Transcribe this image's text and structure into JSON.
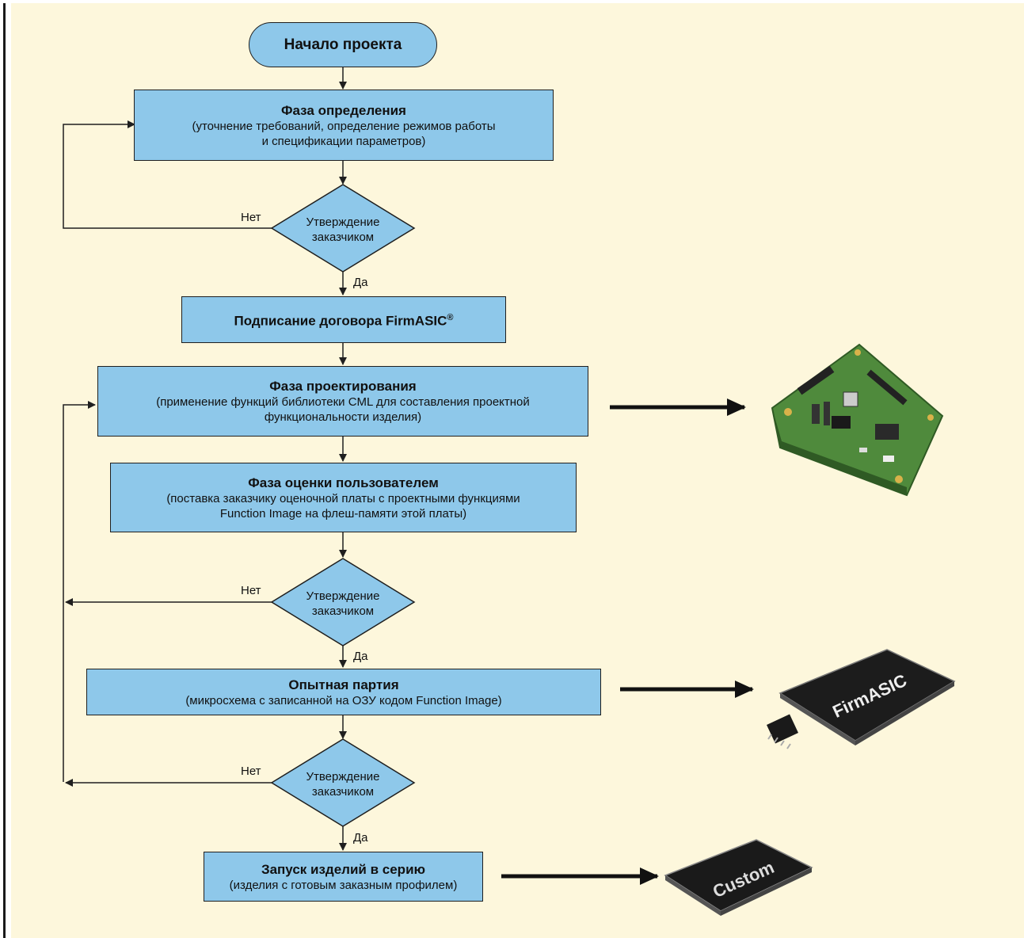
{
  "start": "Начало проекта",
  "definition": {
    "title": "Фаза определения",
    "subtitle_line1": "(уточнение требований, определение режимов работы",
    "subtitle_line2": "и спецификации параметров)"
  },
  "approval_1": {
    "line1": "Утверждение",
    "line2": "заказчиком",
    "no": "Нет",
    "yes": "Да"
  },
  "contract": {
    "title": "Подписание договора FirmASIC",
    "mark": "®"
  },
  "design": {
    "title": "Фаза проектирования",
    "subtitle_line1": "(применение функций библиотеки CML для составления проектной",
    "subtitle_line2": "функциональности изделия)"
  },
  "evaluation": {
    "title": "Фаза оценки пользователем",
    "subtitle_line1": "(поставка заказчику оценочной платы с проектными функциями",
    "subtitle_line2": "Function Image на флеш-памяти этой платы)"
  },
  "approval_2": {
    "line1": "Утверждение",
    "line2": "заказчиком",
    "no": "Нет",
    "yes": "Да"
  },
  "pilot": {
    "title": "Опытная партия",
    "subtitle_line1": "(микросхема с записанной на ОЗУ кодом Function Image)"
  },
  "approval_3": {
    "line1": "Утверждение",
    "line2": "заказчиком",
    "no": "Нет",
    "yes": "Да"
  },
  "production": {
    "title": "Запуск изделий в серию",
    "subtitle_line1": "(изделия с готовым заказным профилем)"
  },
  "images": {
    "board": "evaluation-board-photo",
    "firmasic_chip": {
      "name": "firmasic-chip-photo",
      "text": "FirmASIC"
    },
    "custom_chip": {
      "name": "custom-chip-photo",
      "text": "Custom"
    }
  },
  "colors": {
    "box": "#8ec8ea",
    "background": "#fdf7dc",
    "line": "#1f1f1f"
  }
}
